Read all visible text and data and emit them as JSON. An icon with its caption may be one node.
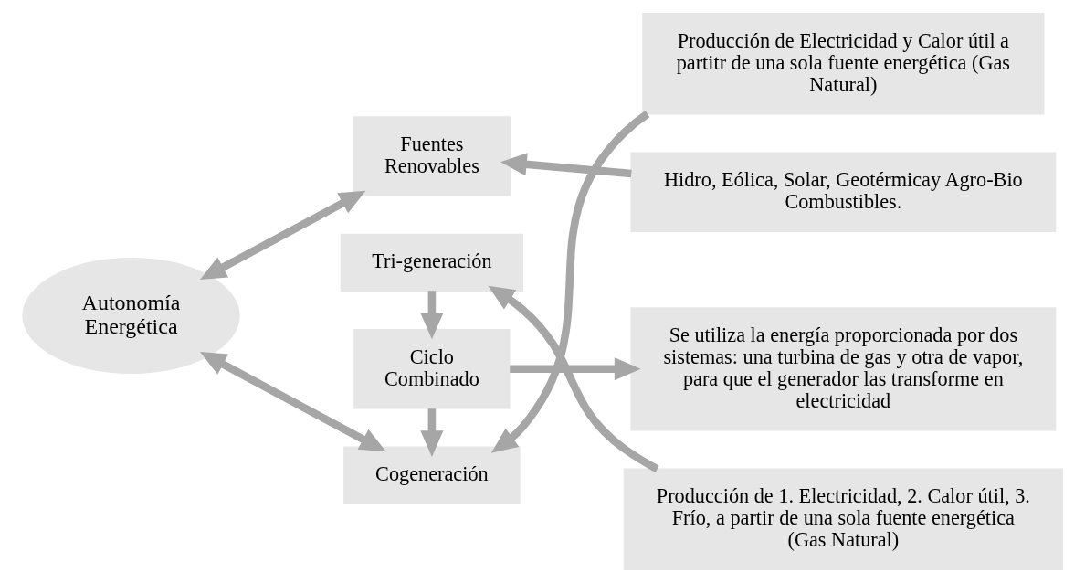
{
  "diagram": {
    "nodes": [
      {
        "text": [
          "Autonomía Energética"
        ]
      },
      {
        "text": [
          "Cogeneración"
        ]
      },
      {
        "text": [
          "Ciclo Combinado"
        ]
      },
      {
        "text": [
          "Tri-generación"
        ]
      },
      {
        "text": [
          "Fuentes Renovables"
        ]
      },
      {
        "text": [
          "Producción de Electricidad y Calor útil a partitr de una sola fuente energética (Gas Natural)"
        ]
      },
      {
        "text": [
          "Se utiliza la energía proporcionada por dos sistemas: una turbina de gas y otra de vapor, para que el generador las transforme en electricidad"
        ]
      },
      {
        "text": [
          "Producción de 1. Electricidad, 2. Calor útil, 3. Frío, a partir de una sola fuente energética (Gas Natural)"
        ]
      },
      {
        "text": [
          "Hidro, Eólica, Solar, Geotérmicay Agro-Bio Combustibles."
        ]
      }
    ],
    "edges": [
      {
        "from": 0,
        "to": 1,
        "arrow": "both"
      },
      {
        "from": 0,
        "to": 4,
        "arrow": "both"
      },
      {
        "from": 2,
        "to": 1,
        "arrow": "to"
      },
      {
        "from": 3,
        "to": 2,
        "arrow": "to"
      },
      {
        "from": 5,
        "to": 1,
        "arrow": "to"
      },
      {
        "from": 2,
        "to": 6,
        "arrow": "to"
      },
      {
        "from": 7,
        "to": 3,
        "arrow": "to"
      },
      {
        "from": 8,
        "to": 4,
        "arrow": "to"
      }
    ]
  }
}
